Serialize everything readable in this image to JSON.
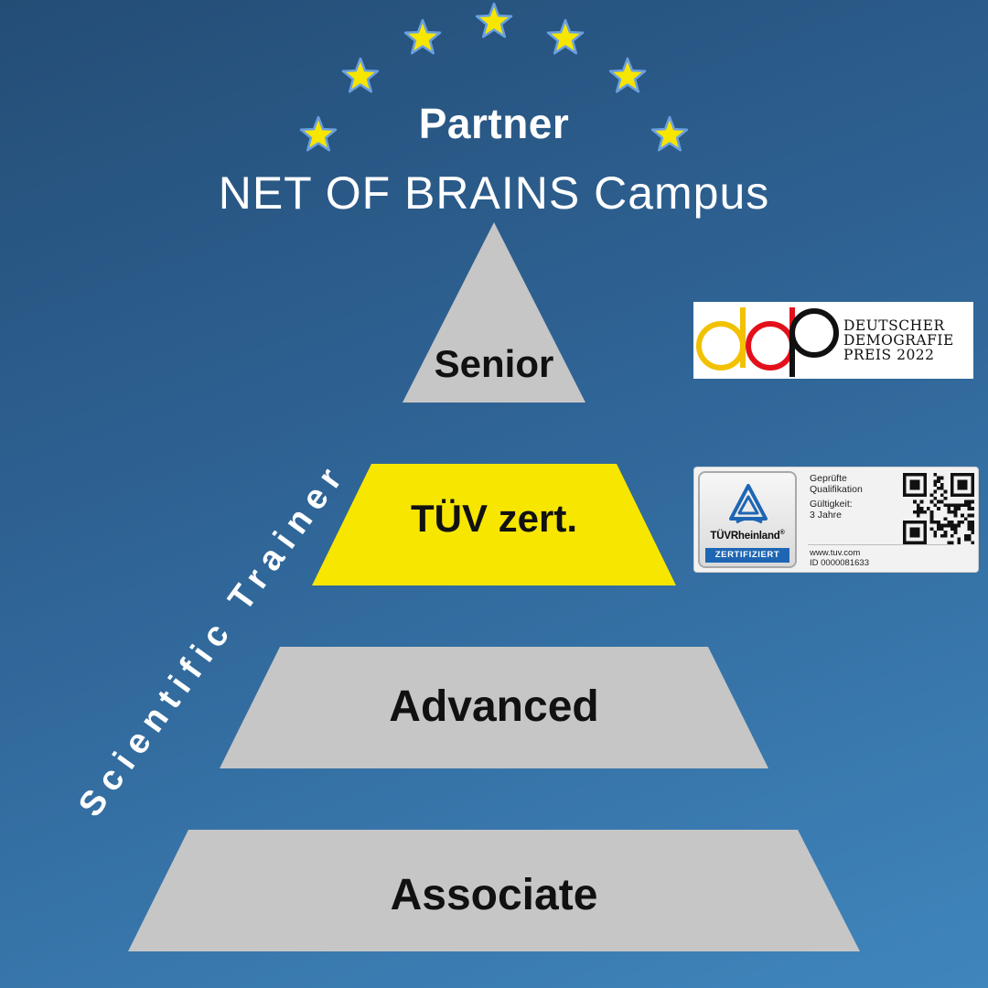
{
  "header": {
    "title": "Partner",
    "subtitle": "NET OF BRAINS Campus"
  },
  "pyramid": {
    "tiers": [
      {
        "label": "Senior",
        "color": "#c6c6c6"
      },
      {
        "label": "TÜV zert.",
        "color": "#f7e600"
      },
      {
        "label": "Advanced",
        "color": "#c6c6c6"
      },
      {
        "label": "Associate",
        "color": "#c6c6c6"
      }
    ],
    "side_label": "Scientific Trainer"
  },
  "badges": {
    "ddp": {
      "logo_letters": "ddp",
      "lines": [
        "DEUTSCHER",
        "DEMOGRAFIE",
        "PREIS 2022"
      ]
    },
    "tuv": {
      "brand": "TÜVRheinland",
      "registered": "®",
      "certified": "ZERTIFIZIERT",
      "info_lines": [
        "Geprüfte",
        "Qualifikation",
        "Gültigkeit:",
        "3 Jahre"
      ],
      "website": "www.tuv.com",
      "id": "ID  0000081633"
    }
  },
  "colors": {
    "star_fill": "#f7e600",
    "star_outline": "#6aa0e0",
    "text_light": "#ffffff",
    "tuv_blue": "#1e66b3"
  },
  "icons": [
    "star-icon",
    "tuv-triangle-icon",
    "qr-code-icon"
  ]
}
